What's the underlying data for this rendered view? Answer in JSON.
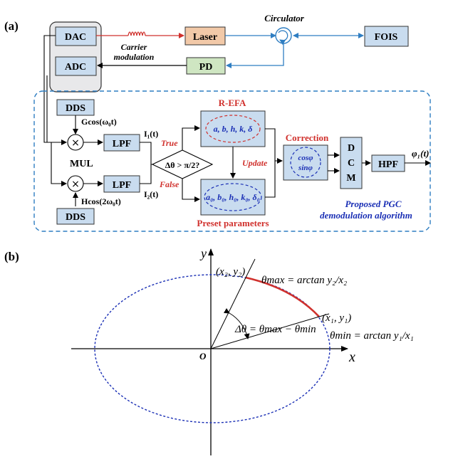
{
  "panel_a": {
    "label": "(a)",
    "dac": "DAC",
    "adc": "ADC",
    "carrier_1": "Carrier",
    "carrier_2": "modulation",
    "laser": "Laser",
    "circulator": "Circulator",
    "fois": "FOIS",
    "pd": "PD",
    "dds_top": "DDS",
    "gcos": "Gcos(ω₀t)",
    "mul": "MUL",
    "lpf_top": "LPF",
    "lpf_bottom": "LPF",
    "i1": "I₁(t)",
    "i2": "I₂(t)",
    "hcos": "Hcos(2ω₀t)",
    "dds_bottom": "DDS",
    "decision": "Δθ > π/2?",
    "true_label": "True",
    "false_label": "False",
    "refa_title": "R-EFA",
    "refa_params": "a, b, h, k, δ",
    "update_label": "Update",
    "preset_params": "a₀, b₀, h₀, k₀, δ₀",
    "preset_title": "Preset parameters",
    "correction_title": "Correction",
    "cos_phi": "cosφ",
    "sin_phi": "sinφ",
    "dcm_d": "D",
    "dcm_c": "C",
    "dcm_m": "M",
    "hpf": "HPF",
    "output": "φ₁(t)",
    "algo_1": "Proposed PGC",
    "algo_2": "demodulation algorithm"
  },
  "panel_b": {
    "label": "(b)",
    "y_axis": "y",
    "x_axis": "x",
    "origin": "O",
    "p2": "(x₂, y₂)",
    "p1": "(x₁, y₁)",
    "theta_max_eq": "θmax = arctan y₂/x₂",
    "theta_min_eq": "θmin = arctan y₁/x₁",
    "delta_eq": "Δθ = θmax − θmin"
  },
  "colors": {
    "box_fill": "#c9dcef",
    "red_arrow": "#d0312d",
    "blue_arrow": "#2f7ec2",
    "laser_fill": "#f2c9a8",
    "pd_fill": "#cfe6c2",
    "ellipse": "#1a2fb5"
  }
}
